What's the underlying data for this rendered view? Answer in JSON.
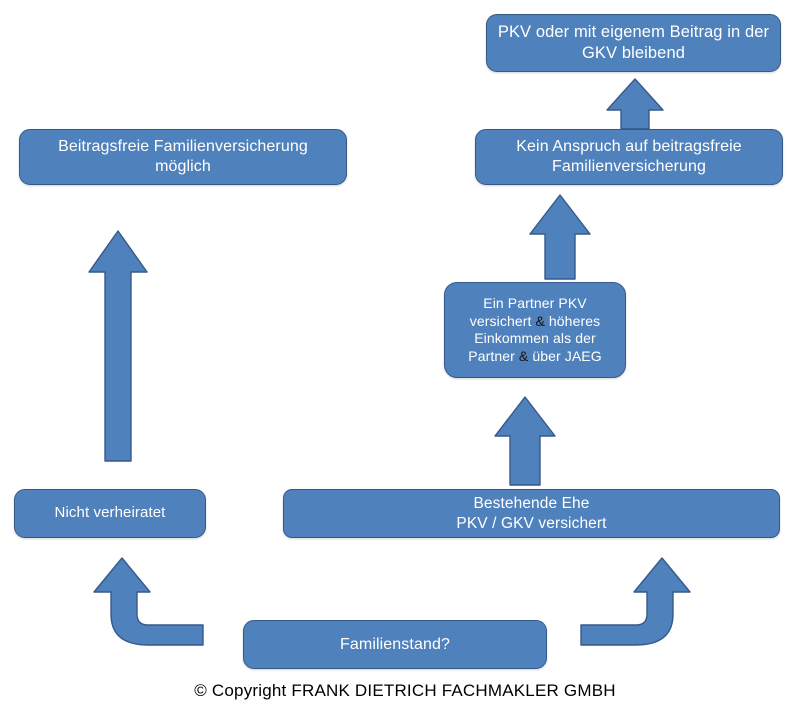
{
  "diagram": {
    "type": "flowchart",
    "title_text": "",
    "colors": {
      "node_fill": "#4F81BD",
      "node_border": "#37598A",
      "node_text": "#FFFFFF",
      "arrow_fill": "#4F81BD",
      "arrow_border": "#37598A",
      "background": "#FFFFFF",
      "footer_text": "#000000",
      "ampersand_text": "#151515"
    },
    "nodes": [
      {
        "id": "pkv-eigenbeitrag",
        "label": "PKV oder mit eigenem  Beitrag in der\nGKV bleibend"
      },
      {
        "id": "kein-anspruch",
        "label": "Kein Anspruch auf beitragsfreie\nFamilienversicherung"
      },
      {
        "id": "beitragsfrei",
        "label": "Beitragsfreie Familienversicherung\nmöglich"
      },
      {
        "id": "ein-partner",
        "label_line1": "Ein Partner PKV",
        "label_line2a": "versichert ",
        "label_line2amp": "&",
        "label_line2b": " höheres",
        "label_line3": "Einkommen als der",
        "label_line4a": "Partner ",
        "label_line4amp": "&",
        "label_line4b": "  über  JAEG"
      },
      {
        "id": "nicht-verheiratet",
        "label": "Nicht verheiratet"
      },
      {
        "id": "bestehende-ehe",
        "label": "Bestehende Ehe\nPKV / GKV versichert"
      },
      {
        "id": "familienstand",
        "label": "Familienstand?"
      }
    ],
    "arrows": [
      {
        "id": "arrow-up-to-pkv-eigenbeitrag",
        "kind": "straight-up"
      },
      {
        "id": "arrow-up-to-kein-anspruch",
        "kind": "straight-up"
      },
      {
        "id": "arrow-up-to-ein-partner",
        "kind": "straight-up"
      },
      {
        "id": "arrow-long-up-to-beitragsfrei",
        "kind": "straight-up-long"
      },
      {
        "id": "arrow-bent-left-to-nicht-verheiratet",
        "kind": "bent-up-left"
      },
      {
        "id": "arrow-bent-right-to-bestehende-ehe",
        "kind": "bent-up-right"
      }
    ]
  },
  "footer": {
    "copyright": "© Copyright FRANK DIETRICH FACHMAKLER GMBH"
  }
}
